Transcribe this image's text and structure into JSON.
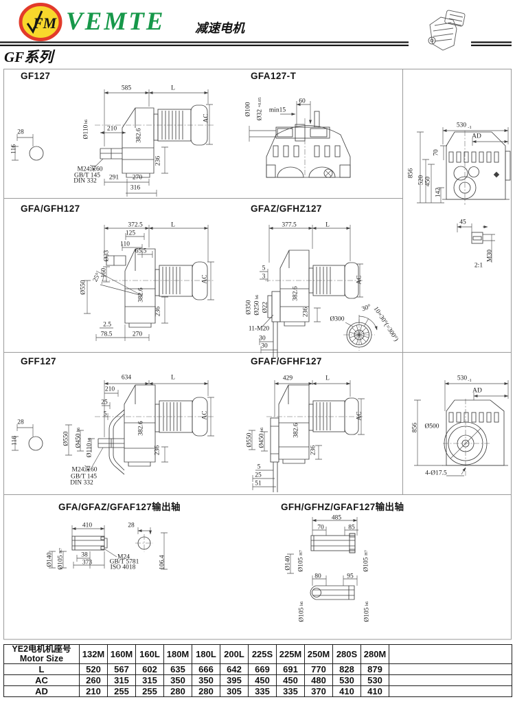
{
  "header": {
    "brand": "VEMTE",
    "logo_mark": "FM",
    "doc_title": "减速电机",
    "series": "GF系列",
    "brand_color": "#17984a",
    "logo_red": "#e23a2a",
    "logo_yellow": "#f8d72c"
  },
  "panels": {
    "gf127": {
      "title": "GF127",
      "labels": {
        "dim_top1": "585",
        "dim_top2": "L",
        "ac": "AC",
        "shaft_dia": "Ø110",
        "shaft_dia_sub": "h6",
        "d210": "210",
        "d382": "382.6",
        "d28": "28",
        "d116": "116",
        "d236": "236",
        "thread": "M24深60",
        "std1": "GB/T 145",
        "std2": "DIN 332",
        "d291": "291",
        "d270": "270",
        "d316": "316"
      }
    },
    "gfa127t": {
      "title": "GFA127-T",
      "labels": {
        "d100": "Ø100",
        "d32": "Ø32",
        "d32_sup": "+0.05",
        "min15": "min15",
        "d60": "60"
      }
    },
    "side_top": {
      "labels": {
        "d530": "530",
        "d530sub": "-1",
        "ad": "AD",
        "d70": "70",
        "d856": "856",
        "d520": "520",
        "d450": "450",
        "d142": "142"
      }
    },
    "gfa_gfh127": {
      "title": "GFA/GFH127",
      "labels": {
        "dim_top1": "372.5",
        "dim_top2": "L",
        "d125": "125",
        "d110": "110",
        "d65": "65.5",
        "d33": "Ø33",
        "d160": "160",
        "ang": "25°",
        "d550": "Ø550",
        "d382": "382.6",
        "ac": "AC",
        "d236": "236",
        "d2_5": "2.5",
        "d78": "78.5",
        "d270": "270"
      }
    },
    "gfaz_gfhz127": {
      "title": "GFAZ/GFHZ127",
      "labels": {
        "dim_top1": "377.5",
        "dim_top2": "L",
        "d5": "5",
        "d3": "3",
        "ac": "AC",
        "d382": "382.6",
        "d350": "Ø350",
        "d250": "Ø250",
        "d250_sub": "h6",
        "d22": "Ø22",
        "d236": "236",
        "bolts": "11-M20",
        "d30a": "30",
        "d30b": "30",
        "d300": "Ø300",
        "ang30": "30°",
        "arc": "10×30°(=300°)"
      }
    },
    "detail_2to1": {
      "labels": {
        "d45": "45",
        "m30": "M30",
        "scale": "2:1"
      }
    },
    "gff127": {
      "title": "GFF127",
      "labels": {
        "dim_top1": "634",
        "dim_top2": "L",
        "d210": "210",
        "d25": "25",
        "d5": "5",
        "ac": "AC",
        "d550": "Ø550",
        "d450": "Ø450",
        "d450_sub": "h6",
        "d110": "Ø110",
        "d110_sub": "h6",
        "d382": "382.6",
        "d236": "236",
        "d28": "28",
        "d116": "116",
        "thread": "M24深60",
        "std1": "GB/T 145",
        "std2": "DIN 332"
      }
    },
    "gfaf_gfhf127": {
      "title": "GFAF/GFHF127",
      "labels": {
        "dim_top1": "429",
        "dim_top2": "L",
        "ac": "AC",
        "d382": "382.6",
        "d550": "Ø550",
        "d450": "Ø450",
        "d450_sub": "h6",
        "d236": "236",
        "d5": "5",
        "d25": "25",
        "d51": "51"
      }
    },
    "side_bottom": {
      "labels": {
        "d530": "530",
        "d530sub": "-1",
        "ad": "AD",
        "d856": "856",
        "d500": "Ø500",
        "holes": "4-Ø17.5"
      }
    },
    "shaft_left": {
      "title": "GFA/GFAZ/GFAF127输出轴",
      "labels": {
        "d410": "410",
        "d28": "28",
        "d140": "Ø140",
        "d105": "Ø105",
        "d105_sup": "H7",
        "d38": "38",
        "d373": "373",
        "m24": "M24",
        "std1": "GB/T 5781",
        "std2": "ISO 4018",
        "d106": "106.4"
      }
    },
    "shaft_right": {
      "title": "GFH/GFHZ/GFAF127输出轴",
      "labels": {
        "d485": "485",
        "d70": "70",
        "d85": "85",
        "d140": "Ø140",
        "d105a": "Ø105",
        "d105a_sup": "H7",
        "d105b": "Ø105",
        "d105b_sup": "H7",
        "d80": "80",
        "d95": "95",
        "d105c": "Ø105",
        "d105c_sub": "h6",
        "d105d": "Ø105",
        "d105d_sub": "h6"
      }
    }
  },
  "table": {
    "header_cn": "YE2电机机座号",
    "header_en": "Motor Size",
    "columns": [
      "132M",
      "160M",
      "160L",
      "180M",
      "180L",
      "200L",
      "225S",
      "225M",
      "250M",
      "280S",
      "280M"
    ],
    "rows": [
      {
        "label": "L",
        "values": [
          "520",
          "567",
          "602",
          "635",
          "666",
          "642",
          "669",
          "691",
          "770",
          "828",
          "879"
        ]
      },
      {
        "label": "AC",
        "values": [
          "260",
          "315",
          "315",
          "350",
          "350",
          "395",
          "450",
          "450",
          "480",
          "530",
          "530"
        ]
      },
      {
        "label": "AD",
        "values": [
          "210",
          "255",
          "255",
          "280",
          "280",
          "305",
          "335",
          "335",
          "370",
          "410",
          "410"
        ]
      }
    ]
  }
}
